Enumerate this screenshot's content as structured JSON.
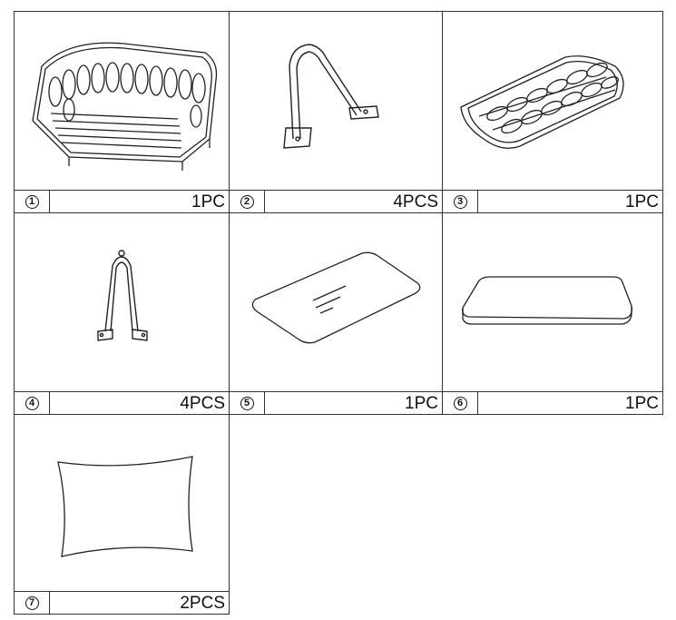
{
  "parts": [
    {
      "number": "1",
      "quantity": "1PC",
      "icon": "rattan-sofa-frame-icon"
    },
    {
      "number": "2",
      "quantity": "4PCS",
      "icon": "angled-leg-bracket-icon"
    },
    {
      "number": "3",
      "quantity": "1PC",
      "icon": "rattan-seat-grid-icon"
    },
    {
      "number": "4",
      "quantity": "4PCS",
      "icon": "straight-leg-bracket-icon"
    },
    {
      "number": "5",
      "quantity": "1PC",
      "icon": "glass-panel-icon"
    },
    {
      "number": "6",
      "quantity": "1PC",
      "icon": "seat-cushion-icon"
    },
    {
      "number": "7",
      "quantity": "2PCS",
      "icon": "pillow-icon"
    }
  ]
}
